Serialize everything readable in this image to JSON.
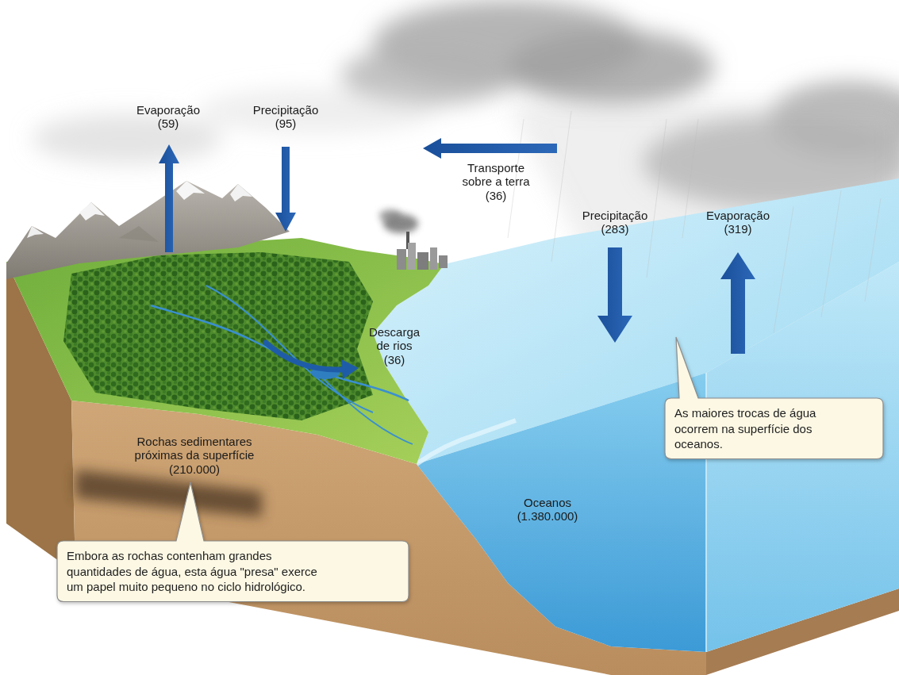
{
  "diagram": {
    "nodes": [
      {
        "text": [
          "As maiores trocas de água ocorrem na superfície dos oceanos."
        ]
      },
      {
        "text": [
          "Embora as rochas contenham grandes quantidades de água, esta água \"presa\" exerce um papel muito pequeno no ciclo hidrológico."
        ]
      }
    ],
    "labels": [
      "Evaporação (59)",
      "Precipitação (95)",
      "Transporte sobre a terra (36)",
      "Precipitação (283)",
      "Evaporação (319)",
      "Descarga de rios (36)",
      "Rochas sedimentares próximas da superfície (210.000)",
      "Oceanos (1.380.000)"
    ]
  }
}
